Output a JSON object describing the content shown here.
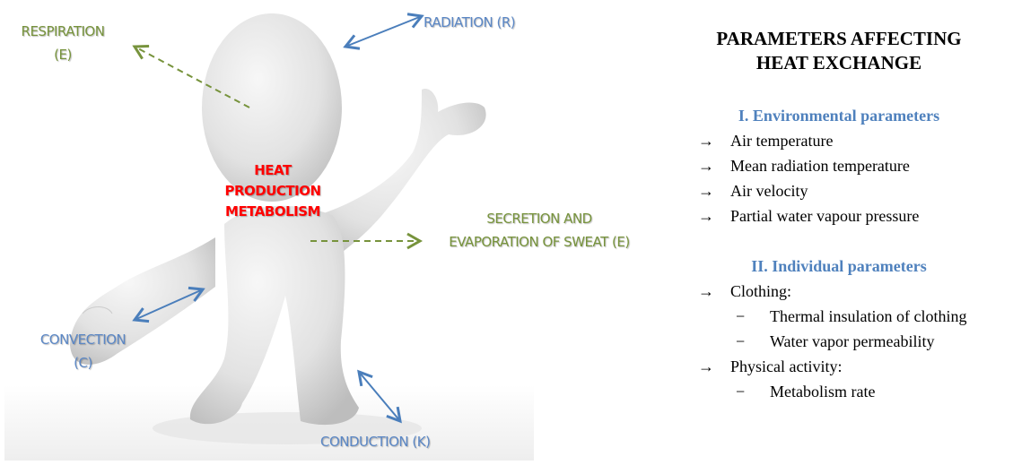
{
  "figure": {
    "center_label": [
      "HEAT",
      "PRODUCTION",
      "METABOLISM"
    ],
    "respiration": [
      "RESPIRATION",
      "(E)"
    ],
    "radiation": "RADIATION  (R)",
    "sweat": [
      "SECRETION AND",
      "EVAPORATION OF SWEAT (E)"
    ],
    "convection": [
      "CONVECTION",
      "(C)"
    ],
    "conduction": "CONDUCTION (K)",
    "colors": {
      "evaporation": "#77933c",
      "exchange": "#4a7ebb",
      "center": "#ff0000"
    }
  },
  "panel": {
    "title": [
      "PARAMETERS AFFECTING",
      "HEAT EXCHANGE"
    ],
    "arrow_symbol": "→",
    "dash_symbol": "−",
    "environmental": {
      "heading": "I. Environmental parameters",
      "items": [
        "Air temperature",
        "Mean radiation temperature",
        "Air velocity",
        "Partial water vapour pressure"
      ]
    },
    "individual": {
      "heading": "II. Individual parameters",
      "clothing": "Clothing:",
      "clothing_sub": [
        "Thermal insulation of clothing",
        "Water vapor permeability"
      ],
      "activity": "Physical activity:",
      "activity_sub": [
        "Metabolism rate"
      ]
    },
    "heading_color": "#4f81bd"
  }
}
